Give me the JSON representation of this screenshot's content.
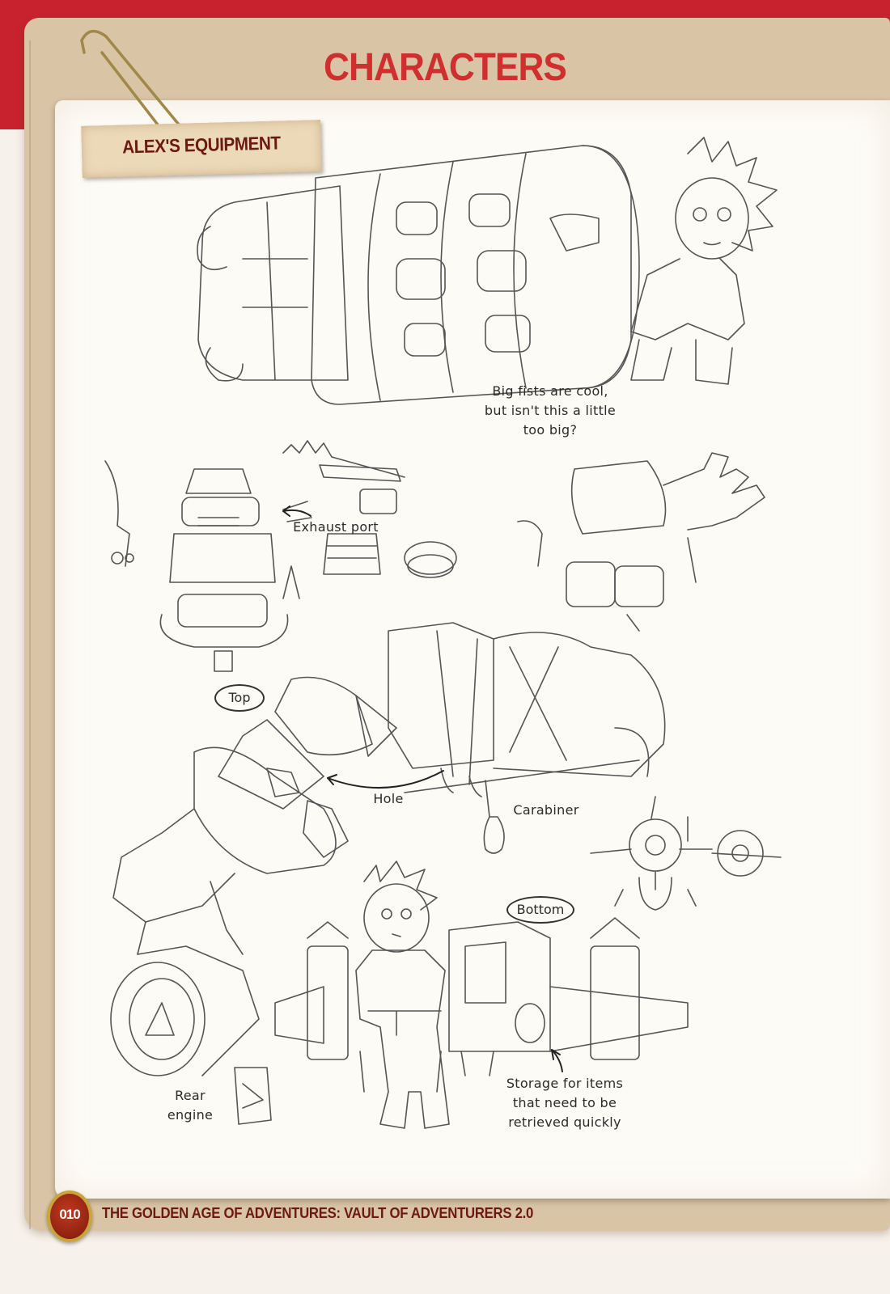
{
  "header": {
    "section_title": "CHARACTERS",
    "subsection_label": "ALEX'S EQUIPMENT"
  },
  "annotations": {
    "fist_note_line1": "Big fists are cool,",
    "fist_note_line2": "but isn't this a little",
    "fist_note_line3": "too big?",
    "exhaust_port": "Exhaust port",
    "top_label": "Top",
    "hole": "Hole",
    "carabiner": "Carabiner",
    "bottom_label": "Bottom",
    "rear_engine_line1": "Rear",
    "rear_engine_line2": "engine",
    "storage_line1": "Storage for items",
    "storage_line2": "that need to be",
    "storage_line3": "retrieved quickly"
  },
  "illustrations": [
    "giant-mechanical-fist-with-alex",
    "backpack-rocket-rear-view",
    "mechanical-glove-hand",
    "backpack-plane-top-view",
    "strapped-backpack-side-view",
    "mini-plane-front-view",
    "alex-standing-with-backpack-plane-bottom-view",
    "rear-engine-detail"
  ],
  "footer": {
    "page_number": "010",
    "book_title": "THE GOLDEN AGE OF ADVENTURES: VAULT OF ADVENTURERS 2.0"
  },
  "colors": {
    "accent_red": "#c8222e",
    "title_red": "#cf2f2f",
    "label_brown": "#6a1a12",
    "kraft": "#d9c5a6",
    "sheet": "#fdfbf6",
    "badge_gold": "#c9a43a"
  }
}
